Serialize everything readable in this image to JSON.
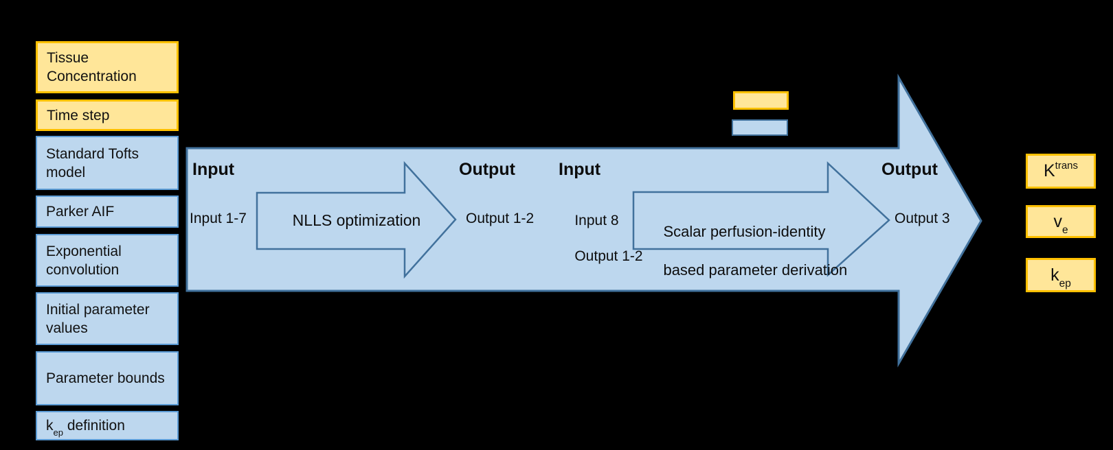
{
  "colors": {
    "background": "#000000",
    "yellow_fill": "#FFE699",
    "yellow_border": "#FFC000",
    "blue_fill": "#BDD7EE",
    "blue_box_border": "#5B9BD5",
    "arrow_outline": "#41719C",
    "text": "#0d0d0d"
  },
  "left_column": {
    "items": [
      {
        "label": "Tissue Concentration",
        "type": "yellow"
      },
      {
        "label": "Time step",
        "type": "yellow"
      },
      {
        "label": "Standard Tofts model",
        "type": "blue"
      },
      {
        "label": "Parker AIF",
        "type": "blue"
      },
      {
        "label": "Exponential convolution",
        "type": "blue"
      },
      {
        "label": "Initial parameter values",
        "type": "blue"
      },
      {
        "label": "Parameter bounds",
        "type": "blue"
      },
      {
        "pre": "k",
        "sub": "ep",
        "post": " definition",
        "type": "blue"
      }
    ]
  },
  "legend": {
    "yellow_swatch_color": "#FFE699",
    "blue_swatch_color": "#BDD7EE"
  },
  "pipeline": {
    "stage1": {
      "input_label": "Input",
      "input_detail": "Input 1-7",
      "process_label": "NLLS optimization",
      "output_label": "Output",
      "output_detail": "Output 1-2"
    },
    "stage2": {
      "input_label": "Input",
      "input_detail_line1": "Input 8",
      "input_detail_line2": "Output 1-2",
      "process_line1": "Scalar perfusion-identity",
      "process_line2": "based parameter derivation",
      "output_label": "Output",
      "output_detail": "Output 3"
    }
  },
  "outputs": {
    "items": [
      {
        "base": "K",
        "sup": "trans"
      },
      {
        "base": "v",
        "sub": "e"
      },
      {
        "base": "k",
        "sub": "ep"
      }
    ]
  }
}
